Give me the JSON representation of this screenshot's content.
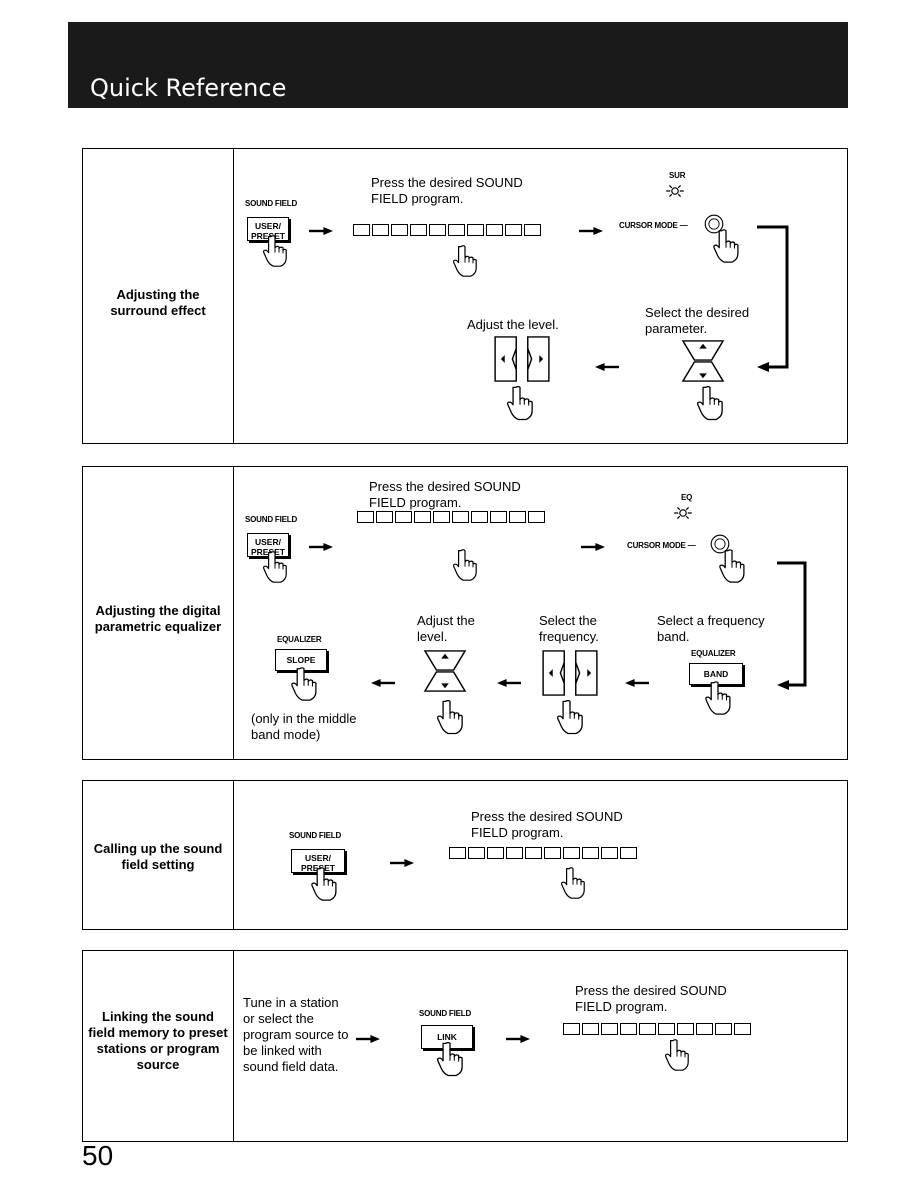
{
  "header": {
    "title": "Quick Reference"
  },
  "page_number": "50",
  "sections": [
    {
      "title": "Adjusting the surround effect",
      "sound_field_label": "SOUND FIELD",
      "user_preset_label": "USER/ PRESET",
      "instruction_press": "Press the desired SOUND FIELD program.",
      "sur_label": "SUR",
      "cursor_mode_label": "CURSOR MODE —",
      "instruction_select": "Select the desired parameter.",
      "instruction_adjust": "Adjust the level."
    },
    {
      "title": "Adjusting the digital parametric equalizer",
      "sound_field_label": "SOUND FIELD",
      "user_preset_label": "USER/ PRESET",
      "instruction_press": "Press the desired SOUND FIELD program.",
      "eq_label": "EQ",
      "cursor_mode_label": "CURSOR MODE —",
      "instruction_select_freq_band": "Select a frequency band.",
      "equalizer_label_1": "EQUALIZER",
      "band_label": "BAND",
      "instruction_select_frequency": "Select the frequency.",
      "instruction_adjust": "Adjust the level.",
      "equalizer_label_2": "EQUALIZER",
      "slope_label": "SLOPE",
      "note": "(only in the middle band mode)"
    },
    {
      "title": "Calling up the sound field setting",
      "sound_field_label": "SOUND FIELD",
      "user_preset_label": "USER/ PRESET",
      "instruction_press": "Press the desired SOUND FIELD program."
    },
    {
      "title": "Linking the sound field memory to preset stations or program source",
      "instruction_tune": "Tune in a station or select the program source to be linked with sound field data.",
      "sound_field_label": "SOUND FIELD",
      "link_label": "LINK",
      "instruction_press": "Press the desired SOUND FIELD program."
    }
  ]
}
